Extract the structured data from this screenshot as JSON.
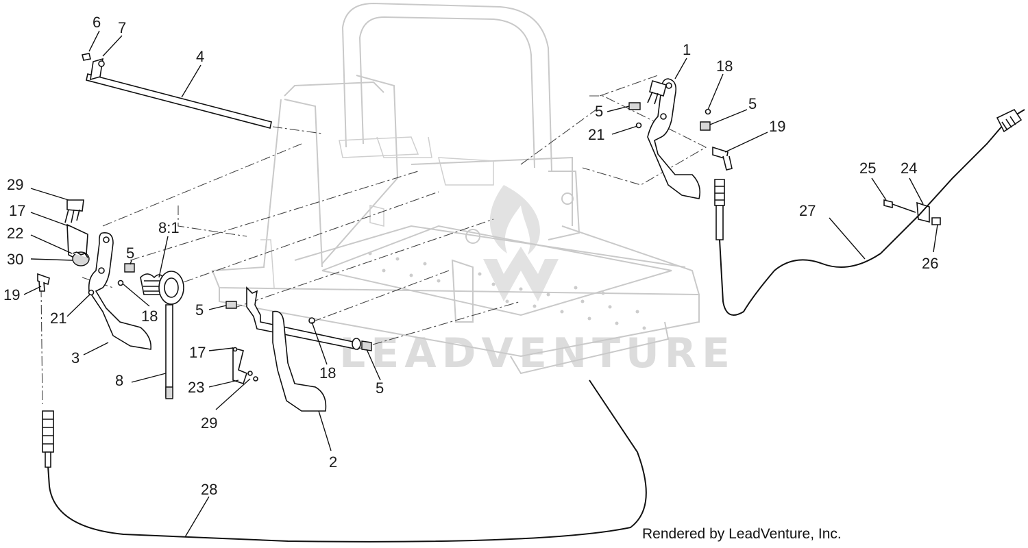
{
  "credit": "Rendered by LeadVenture, Inc.",
  "watermark": "LEADVENTURE",
  "callouts": [
    {
      "id": "6",
      "text": "6"
    },
    {
      "id": "7",
      "text": "7"
    },
    {
      "id": "4",
      "text": "4"
    },
    {
      "id": "1",
      "text": "1"
    },
    {
      "id": "18a",
      "text": "18"
    },
    {
      "id": "5a",
      "text": "5"
    },
    {
      "id": "5b",
      "text": "5"
    },
    {
      "id": "21a",
      "text": "21"
    },
    {
      "id": "19a",
      "text": "19"
    },
    {
      "id": "25",
      "text": "25"
    },
    {
      "id": "24",
      "text": "24"
    },
    {
      "id": "27",
      "text": "27"
    },
    {
      "id": "26",
      "text": "26"
    },
    {
      "id": "29a",
      "text": "29"
    },
    {
      "id": "17a",
      "text": "17"
    },
    {
      "id": "22",
      "text": "22"
    },
    {
      "id": "30",
      "text": "30"
    },
    {
      "id": "19b",
      "text": "19"
    },
    {
      "id": "21b",
      "text": "21"
    },
    {
      "id": "3",
      "text": "3"
    },
    {
      "id": "5c",
      "text": "5"
    },
    {
      "id": "8-1",
      "text": "8:1"
    },
    {
      "id": "18b",
      "text": "18"
    },
    {
      "id": "5d",
      "text": "5"
    },
    {
      "id": "8",
      "text": "8"
    },
    {
      "id": "17b",
      "text": "17"
    },
    {
      "id": "23",
      "text": "23"
    },
    {
      "id": "29b",
      "text": "29"
    },
    {
      "id": "18c",
      "text": "18"
    },
    {
      "id": "5e",
      "text": "5"
    },
    {
      "id": "2",
      "text": "2"
    },
    {
      "id": "28",
      "text": "28"
    }
  ]
}
